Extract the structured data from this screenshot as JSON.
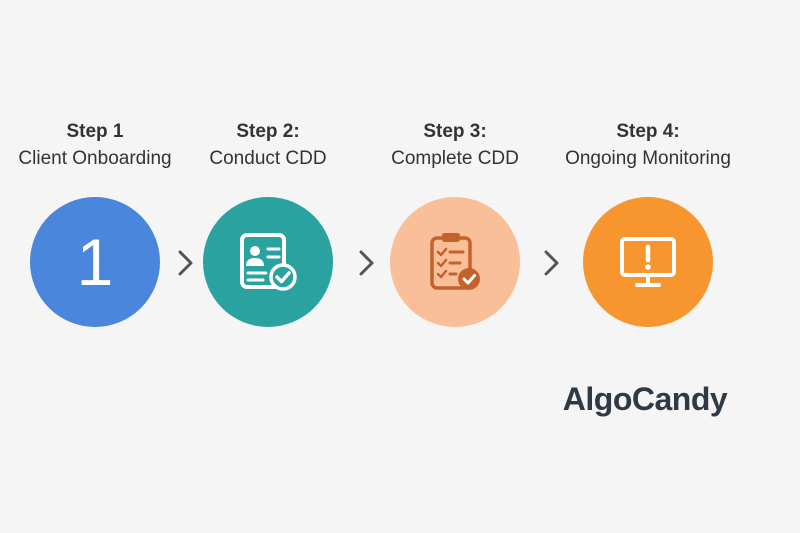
{
  "steps": [
    {
      "title": "Step 1",
      "subtitle": "Client Onboarding",
      "number": "1",
      "color": "#4a86dc",
      "icon": "number-one"
    },
    {
      "title": "Step 2:",
      "subtitle": "Conduct CDD",
      "color": "#2aa3a0",
      "icon": "id-card-check-icon"
    },
    {
      "title": "Step 3:",
      "subtitle": "Complete CDD",
      "color": "#f9bf98",
      "icon": "clipboard-checklist-icon"
    },
    {
      "title": "Step 4:",
      "subtitle": "Ongoing Monitoring",
      "color": "#f7952f",
      "icon": "monitor-alert-icon"
    }
  ],
  "connector_icon": "chevron-right-icon",
  "brand": {
    "name": "AlgoCandy"
  }
}
